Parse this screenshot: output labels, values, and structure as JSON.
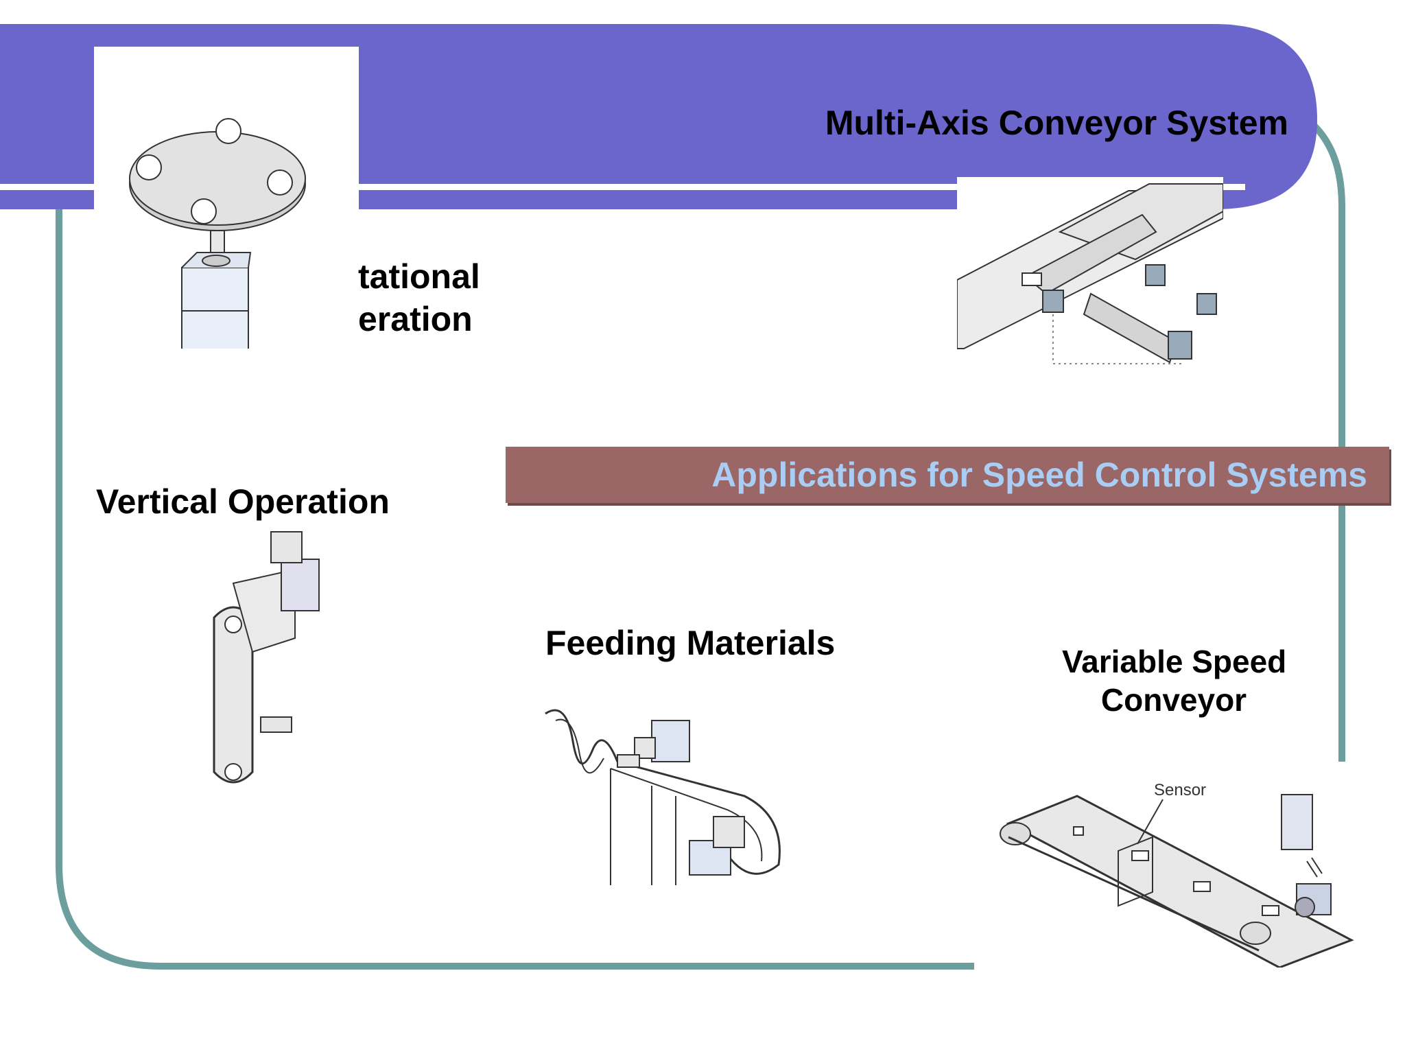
{
  "slide": {
    "title": "Multi-Axis Conveyor System",
    "banner": "Applications for Speed Control Systems",
    "labels": {
      "rotational_line1": "tational",
      "rotational_line2": "eration",
      "vertical": "Vertical Operation",
      "feeding": "Feeding Materials",
      "variable_line1": "Variable Speed",
      "variable_line2": "Conveyor",
      "sensor": "Sensor"
    }
  },
  "colors": {
    "header": "#6a66cc",
    "frame": "#6b9e9c",
    "banner": "#9a6666",
    "banner_text": "#a9cdf3"
  },
  "icons": {
    "rotary_table": "rotary-table-icon",
    "multi_axis": "multi-axis-conveyor-icon",
    "vertical_belt": "vertical-belt-drive-icon",
    "feeder": "material-feeder-icon",
    "conveyor": "sensor-conveyor-icon"
  }
}
